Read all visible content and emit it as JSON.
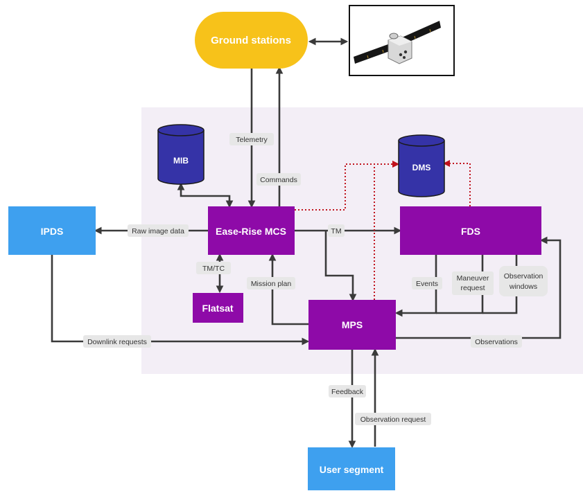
{
  "colors": {
    "purple_box": "#8e0aa8",
    "blue_box": "#3ea0ef",
    "yellow_pill": "#f7c21a",
    "cylinder": "#3533a7",
    "background_region": "#f3eef6",
    "arrow": "#3a3a3a",
    "dotted_arrow": "#c0121c",
    "label_bg": "#e7e7e7"
  },
  "nodes": {
    "ground_stations": "Ground stations",
    "mib": "MIB",
    "dms": "DMS",
    "ipds": "IPDS",
    "mcs": "Ease-Rise MCS",
    "fds": "FDS",
    "flatsat": "Flatsat",
    "mps": "MPS",
    "user_segment": "User segment"
  },
  "edge_labels": {
    "telemetry": "Telemetry",
    "commands": "Commands",
    "raw_image_data": "Raw image data",
    "tm": "TM",
    "tm_tc": "TM/TC",
    "mission_plan": "Mission plan",
    "events": "Events",
    "maneuver_request": [
      "Maneuver",
      "request"
    ],
    "observation_windows": [
      "Observation",
      "windows"
    ],
    "downlink_requests": "Downlink requests",
    "observations": "Observations",
    "feedback": "Feedback",
    "observation_request": "Observation request"
  },
  "icons": {
    "satellite": "satellite-image"
  }
}
